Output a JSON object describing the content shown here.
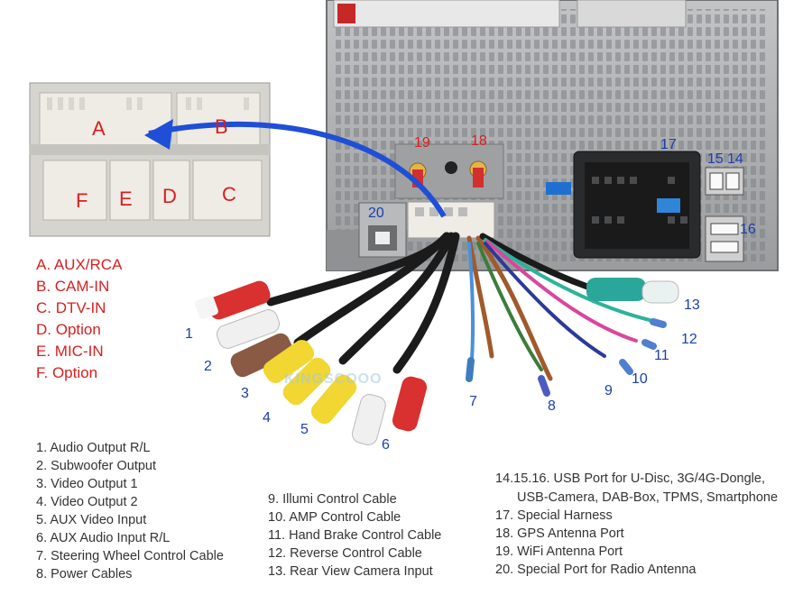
{
  "connector_letters": {
    "a": "A",
    "b": "B",
    "c": "C",
    "d": "D",
    "e": "E",
    "f": "F"
  },
  "connector_legend": [
    "A. AUX/RCA",
    "B. CAM-IN",
    "C. DTV-IN",
    "D. Option",
    "E. MIC-IN",
    "F. Option"
  ],
  "port_numbers": {
    "n14": "14",
    "n15": "15",
    "n16": "16",
    "n17": "17",
    "n18": "18",
    "n19": "19",
    "n20": "20"
  },
  "cable_numbers": {
    "n1": "1",
    "n2": "2",
    "n3": "3",
    "n4": "4",
    "n5": "5",
    "n6": "6",
    "n7": "7",
    "n8": "8",
    "n9": "9",
    "n10": "10",
    "n11": "11",
    "n12": "12",
    "n13": "13"
  },
  "watermark": "KINGSCOOO",
  "list_left": [
    "1. Audio Output R/L",
    "2. Subwoofer Output",
    "3. Video Output 1",
    "4. Video Output 2",
    "5. AUX Video Input",
    "6. AUX Audio Input R/L",
    "7. Steering Wheel Control Cable",
    "8. Power Cables"
  ],
  "list_middle": [
    "9. Illumi Control Cable",
    "10. AMP Control Cable",
    "11. Hand Brake Control Cable",
    "12. Reverse Control Cable",
    "13. Rear View Camera Input"
  ],
  "list_right": [
    "14.15.16. USB Port for U-Disc, 3G/4G-Dongle,",
    "USB-Camera, DAB-Box, TPMS, Smartphone",
    "17. Special Harness",
    "18. GPS Antenna Port",
    "19. WiFi Antenna Port",
    "20. Special Port for Radio Antenna"
  ],
  "colors": {
    "red_text": "#d81f1f",
    "blue_number": "#1a3fae",
    "arrow_blue": "#1f4fd6",
    "chassis": "#a9abad",
    "connector_white": "#efece6"
  }
}
